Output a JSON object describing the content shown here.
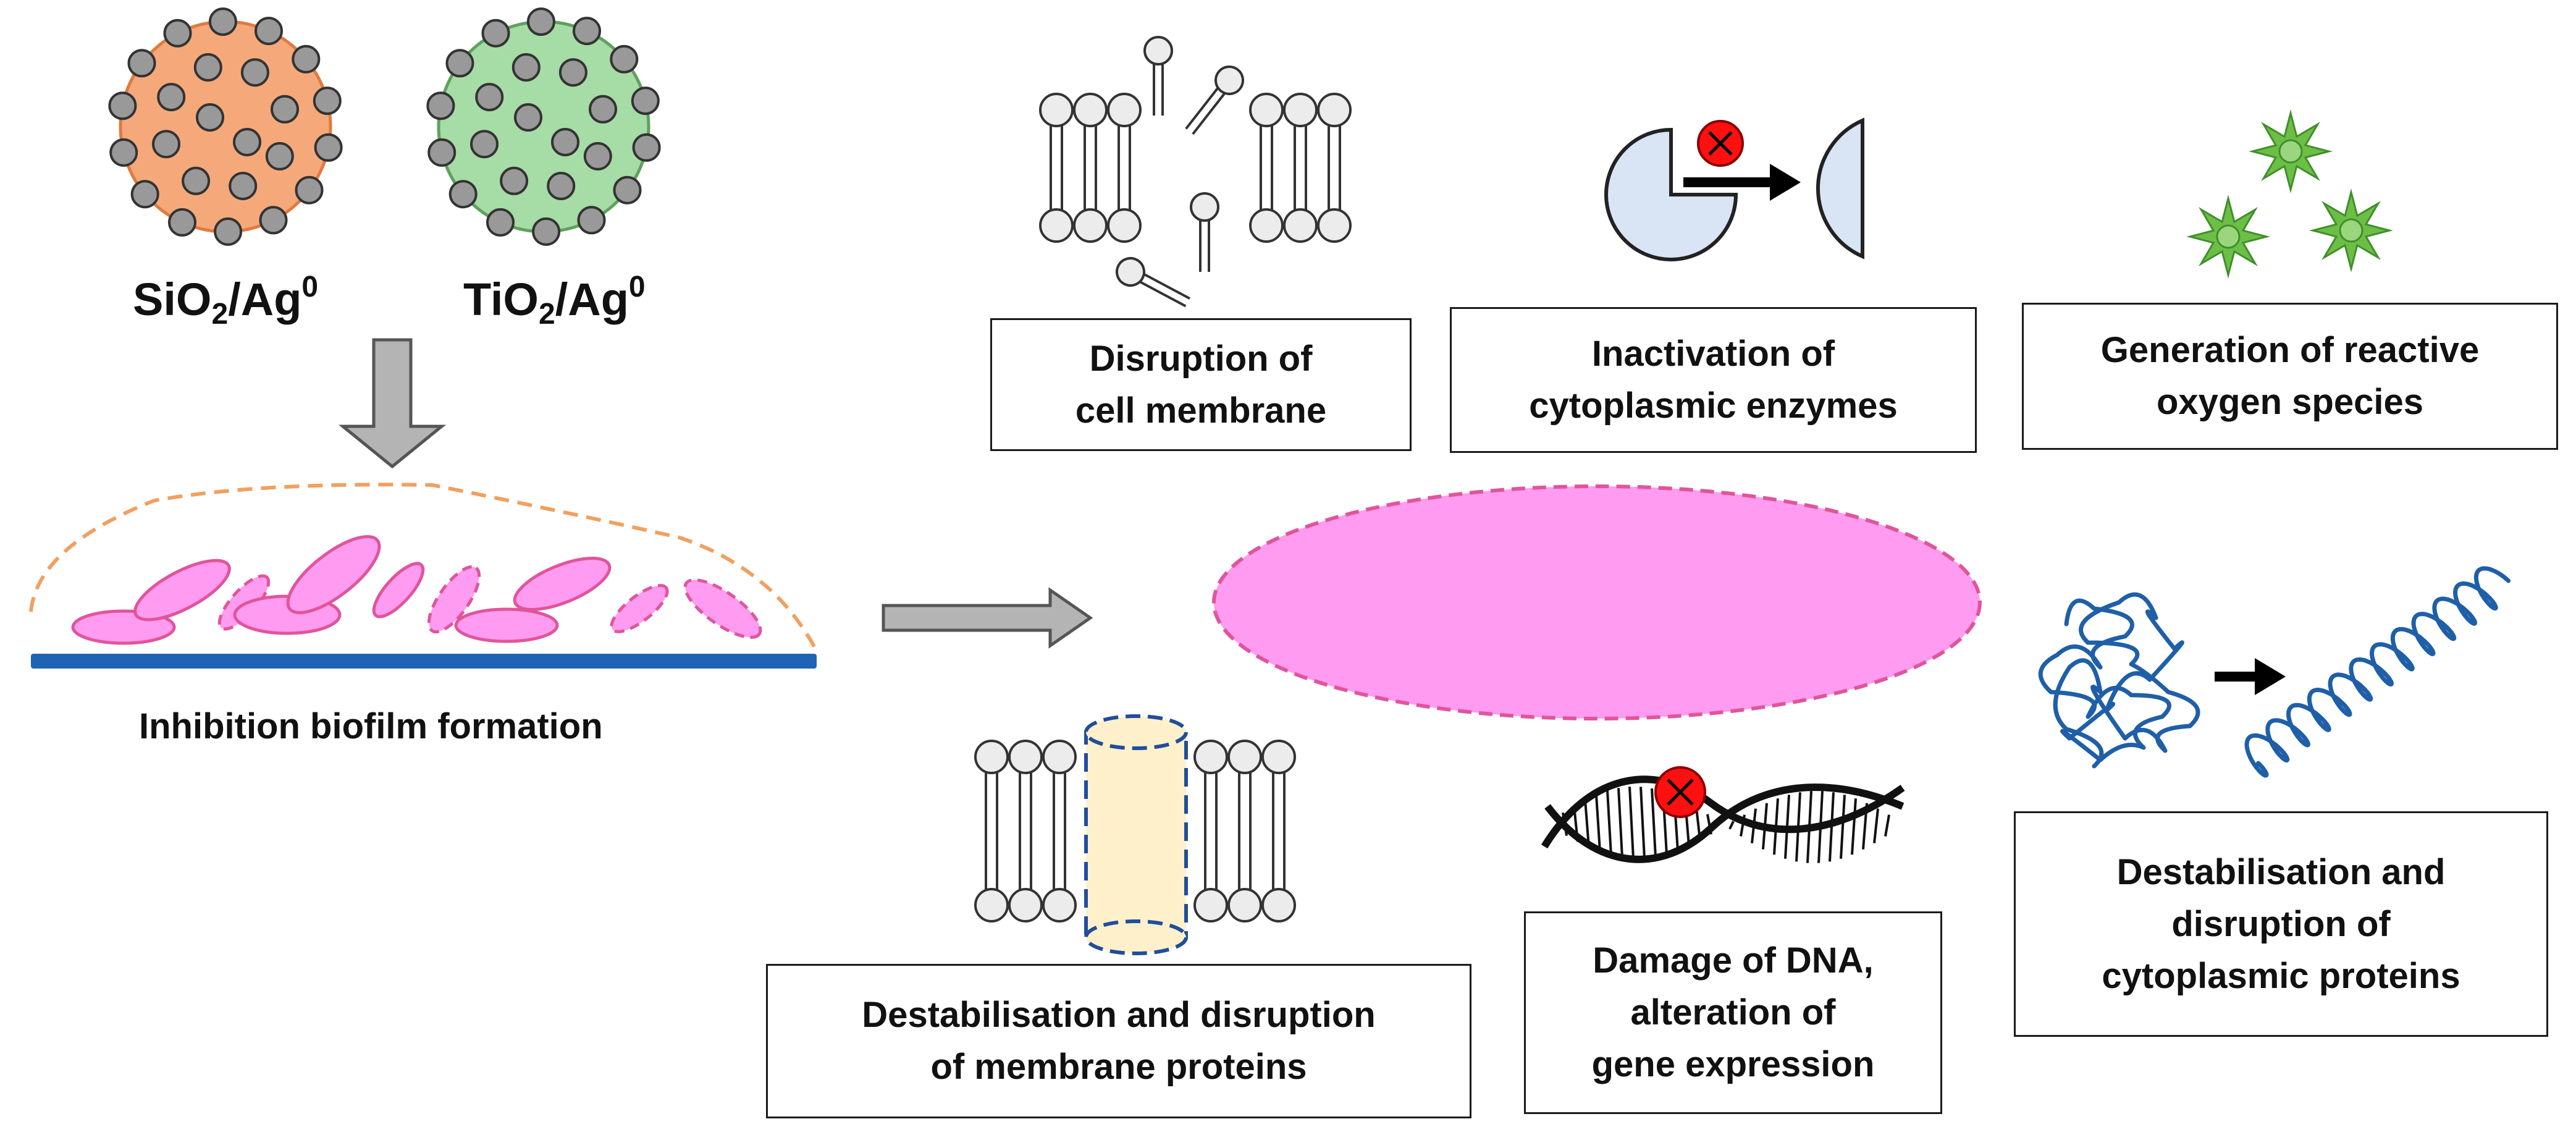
{
  "nanoparticles": {
    "silica": {
      "formula": "SiO",
      "sub": "2",
      "mid": "/Ag",
      "sup": "0",
      "color": "#F5A97A"
    },
    "titania": {
      "formula": "TiO",
      "sub": "2",
      "mid": "/Ag",
      "sup": "0",
      "color": "#A6DCA6"
    }
  },
  "biofilm": {
    "label": "Inhibition biofilm formation"
  },
  "mechanisms": {
    "membrane_disruption": {
      "lines": [
        "Disruption of",
        "cell membrane"
      ]
    },
    "enzyme_inactivation": {
      "lines": [
        "Inactivation of",
        "cytoplasmic enzymes"
      ]
    },
    "ros_generation": {
      "lines": [
        "Generation of reactive",
        "oxygen species"
      ]
    },
    "membrane_proteins": {
      "lines": [
        "Destabilisation and disruption",
        "of membrane proteins"
      ]
    },
    "dna_damage": {
      "lines": [
        "Damage of DNA,",
        "alteration of",
        "gene expression"
      ]
    },
    "cytoplasmic_proteins": {
      "lines": [
        "Destabilisation and",
        "disruption of",
        "cytoplasmic proteins"
      ]
    }
  },
  "colors": {
    "bacterium": "#FF9BF0",
    "bacterium_outline": "#E0559A",
    "substrate": "#1F63B4",
    "biofilm_outline": "#F0A060",
    "enzyme": "#D9E4F5",
    "inhibitor": "#FF1010",
    "ros": "#6DBE45",
    "protein": "#1F5FA8",
    "channel": "#FFF0CC",
    "arrow_gray": "#B4B4B4"
  }
}
